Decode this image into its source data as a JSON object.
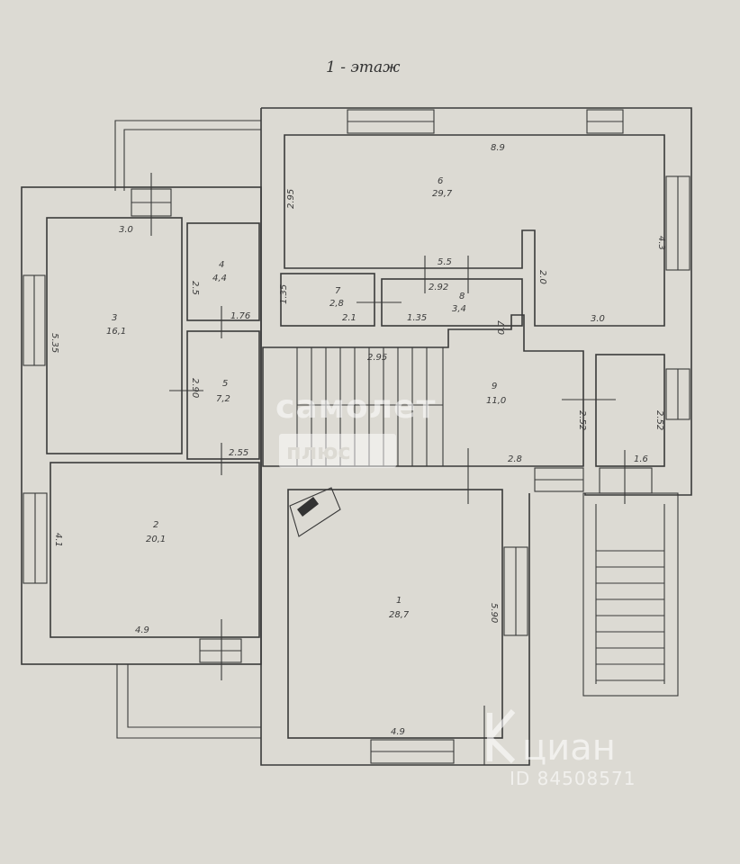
{
  "title": "1 - этаж",
  "rooms": [
    {
      "id": "room-1",
      "number": "1",
      "area": "28,7"
    },
    {
      "id": "room-2",
      "number": "2",
      "area": "20,1"
    },
    {
      "id": "room-3",
      "number": "3",
      "area": "16,1"
    },
    {
      "id": "room-4",
      "number": "4",
      "area": "4,4"
    },
    {
      "id": "room-5",
      "number": "5",
      "area": "7,2"
    },
    {
      "id": "room-6",
      "number": "6",
      "area": "29,7"
    },
    {
      "id": "room-7",
      "number": "7",
      "area": "2,8"
    },
    {
      "id": "room-8",
      "number": "8",
      "area": "3,4"
    },
    {
      "id": "room-9",
      "number": "9",
      "area": "11,0"
    }
  ],
  "dimensions": {
    "r6_width": "8.9",
    "r6_left_height": "2.95",
    "r6_right_height": "4.3",
    "r6_bottom": "5.5",
    "r6_inner_height": "2.0",
    "r6_inner_width": "3.0",
    "r3_width": "3.0",
    "r3_height": "5.35",
    "r4_height": "2.5",
    "r4_width": "1.76",
    "r5_height": "2.90",
    "r5_width": "2.55",
    "r7_height": "1.35",
    "r7_width": "2.1",
    "r8_width": "2.92",
    "r8_bottom": "1.35",
    "r9_small": "0.7",
    "stair_width": "2.95",
    "r9_height": "2.52",
    "r9_width": "2.8",
    "rs_height": "2.52",
    "rs_width": "1.6",
    "r2_height": "4.1",
    "r2_width": "4.9",
    "r1_height": "5.90",
    "r1_width": "4.9"
  },
  "watermarks": {
    "samolet": "самолет",
    "plus": "плюс",
    "cian": "циан",
    "cian_id": "ID 84508571"
  }
}
